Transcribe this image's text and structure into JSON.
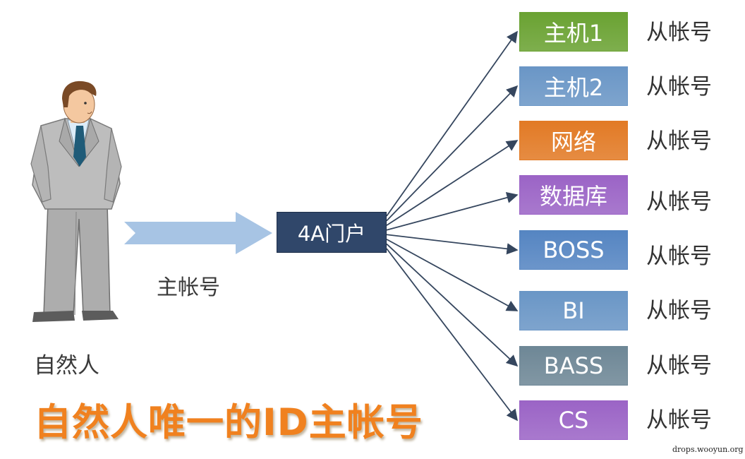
{
  "portal": {
    "label": "4A门户"
  },
  "main_account_label": "主帐号",
  "person_label": "自然人",
  "headline": "自然人唯一的ID主帐号",
  "watermark": "drops.wooyun.org",
  "colors": {
    "green": "#6aa232",
    "blue": "#6a96c6",
    "orange": "#e27a25",
    "purple": "#9b64c6",
    "blue_deep": "#5585c2",
    "gray_slate": "#6e8796",
    "portal": "#30476a",
    "arrow": "#a7c4e4",
    "headline": "#f0811f"
  },
  "targets": [
    {
      "label": "主机1",
      "account": "从帐号",
      "color": "#6aa232"
    },
    {
      "label": "主机2",
      "account": "从帐号",
      "color": "#6a96c6"
    },
    {
      "label": "网络",
      "account": "从帐号",
      "color": "#e27a25"
    },
    {
      "label": "数据库",
      "account": "从帐号",
      "color": "#9b64c6"
    },
    {
      "label": "BOSS",
      "account": "从帐号",
      "color": "#5585c2"
    },
    {
      "label": "BI",
      "account": "从帐号",
      "color": "#6a96c6"
    },
    {
      "label": "BASS",
      "account": "从帐号",
      "color": "#6e8796"
    },
    {
      "label": "CS",
      "account": "从帐号",
      "color": "#9b64c6"
    }
  ]
}
